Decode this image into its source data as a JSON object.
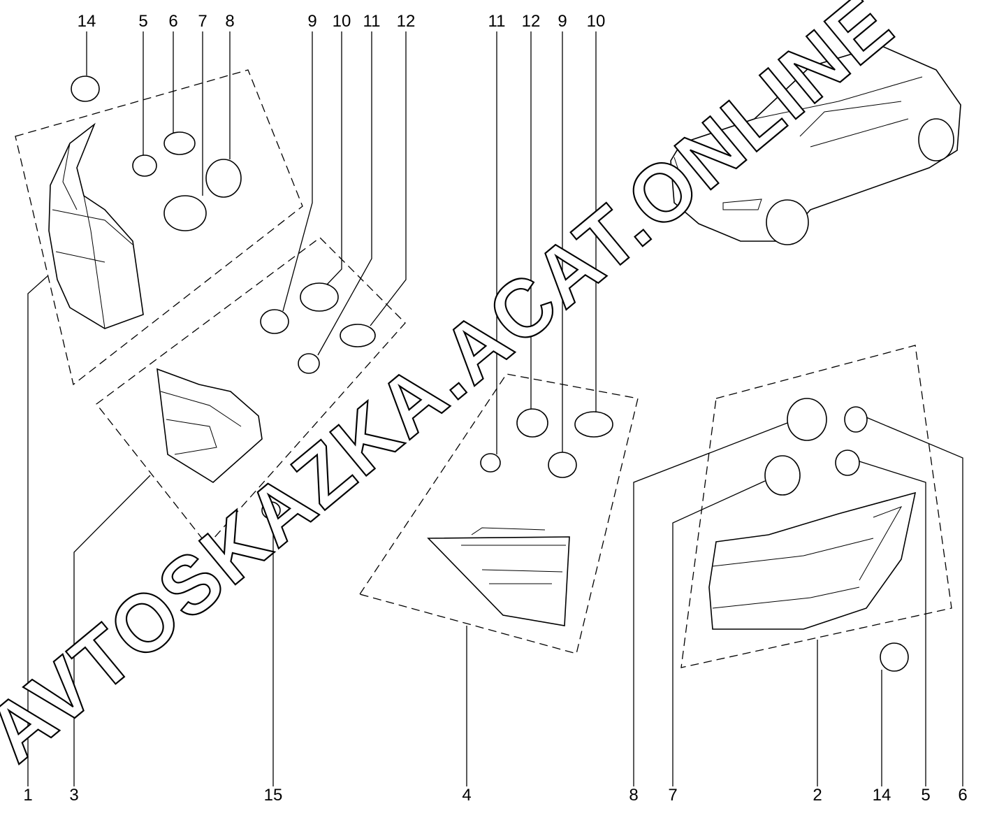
{
  "diagram": {
    "title": "Rear lamps parts diagram",
    "watermark": "AVTOSKAZKA.ACAT.ONLINE",
    "top_callouts": [
      "14",
      "5",
      "6",
      "7",
      "8",
      "9",
      "10",
      "11",
      "12",
      "11",
      "12",
      "9",
      "10"
    ],
    "bottom_callouts": [
      "1",
      "3",
      "15",
      "4",
      "8",
      "7",
      "2",
      "14",
      "5",
      "6"
    ]
  }
}
